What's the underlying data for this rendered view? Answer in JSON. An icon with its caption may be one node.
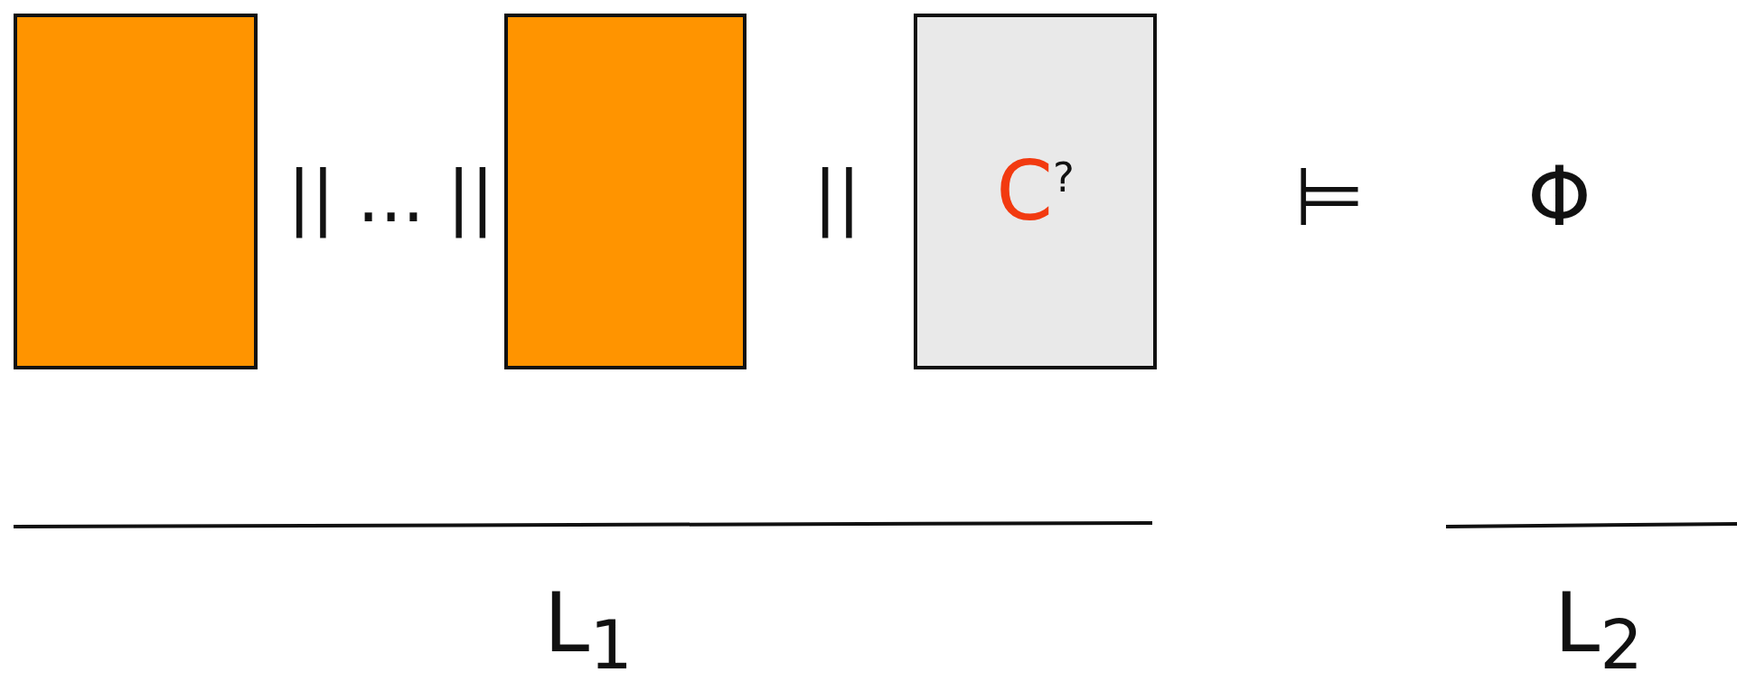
{
  "diagram": {
    "nodes": [
      {
        "text": [],
        "shape": "box"
      },
      {
        "text": [],
        "shape": "box"
      },
      {
        "text": [
          "C$^{?}$"
        ]
      }
    ],
    "labels": [
      "|| ... ||",
      "||",
      "⊨",
      "Φ",
      "L$_{1}$",
      "L$_{2}$"
    ]
  }
}
